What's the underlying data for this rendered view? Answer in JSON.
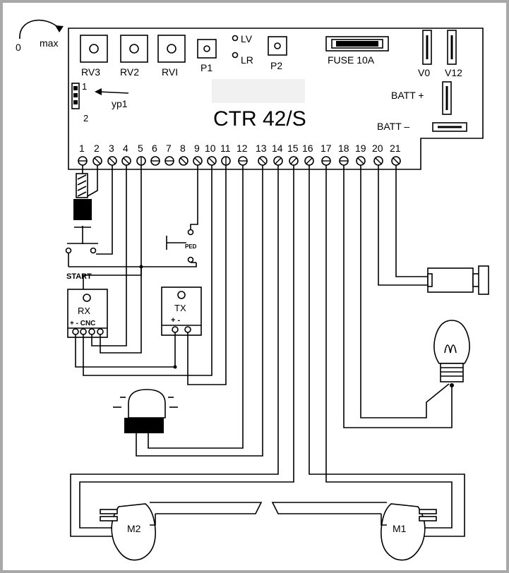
{
  "board": {
    "title": "CTR 42/S",
    "trim_min": "0",
    "trim_max": "max",
    "trimmers": [
      "RV3",
      "RV2",
      "RVI"
    ],
    "p1": "P1",
    "p2": "P2",
    "led_lv": "LV",
    "led_lr": "LR",
    "fuse": "FUSE 10A",
    "v0": "V0",
    "v12": "V12",
    "batt_plus": "BATT +",
    "batt_minus": "BATT –",
    "jumper_1": "1",
    "jumper_2": "2",
    "jumper_label": "yp1",
    "terminals": [
      "1",
      "2",
      "3",
      "4",
      "5",
      "6",
      "7",
      "8",
      "9",
      "10",
      "11",
      "12",
      "13",
      "14",
      "15",
      "16",
      "17",
      "18",
      "19",
      "20",
      "21"
    ]
  },
  "devices": {
    "start": "START",
    "ped": "PED",
    "rx": "RX",
    "rx_pins": "+ -  CNC",
    "tx": "TX",
    "tx_pins": "+   -",
    "m1": "M1",
    "m2": "M2"
  }
}
